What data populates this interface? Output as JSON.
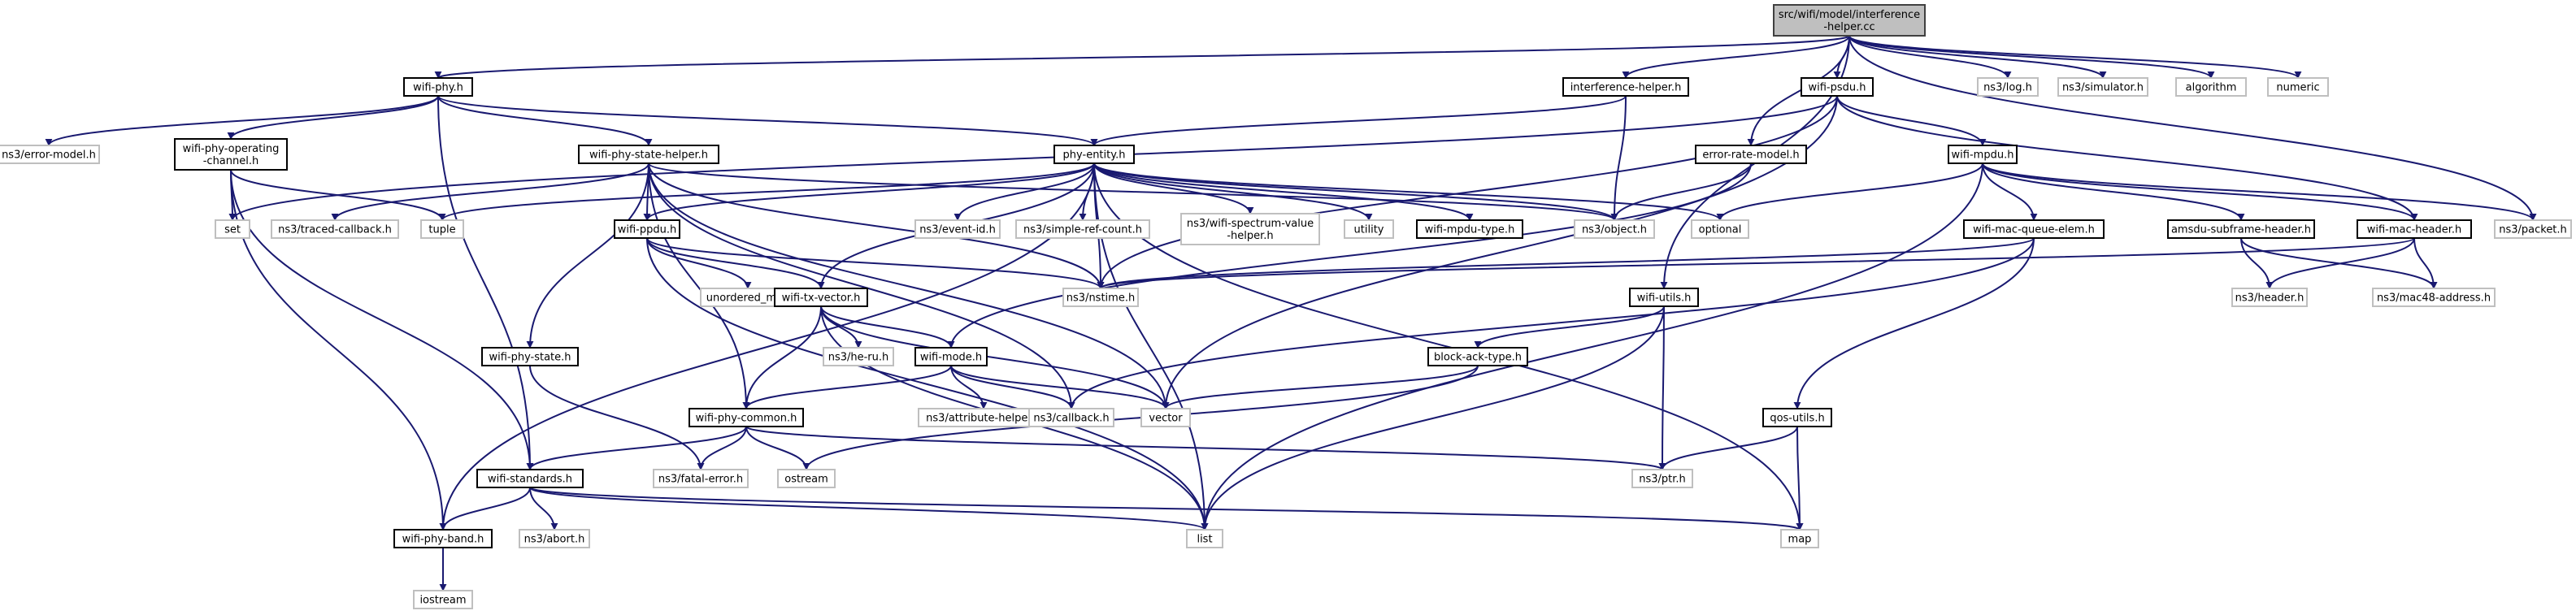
{
  "colors": {
    "root_fill": "#bfbfbf",
    "root_stroke": "#404040",
    "documented_stroke": "#000000",
    "external_stroke": "#bfbfbf",
    "edge": "#191970",
    "background": "#ffffff"
  },
  "nodes": [
    {
      "id": "root",
      "lines": [
        "src/wifi/model/interference",
        "-helper.cc"
      ],
      "kind": "root"
    },
    {
      "id": "wifi-phy",
      "lines": [
        "wifi-phy.h"
      ],
      "kind": "documented"
    },
    {
      "id": "interference-helper",
      "lines": [
        "interference-helper.h"
      ],
      "kind": "documented"
    },
    {
      "id": "error-rate-model",
      "lines": [
        "error-rate-model.h"
      ],
      "kind": "documented"
    },
    {
      "id": "wifi-psdu",
      "lines": [
        "wifi-psdu.h"
      ],
      "kind": "documented"
    },
    {
      "id": "ns3-log",
      "lines": [
        "ns3/log.h"
      ],
      "kind": "external"
    },
    {
      "id": "ns3-simulator",
      "lines": [
        "ns3/simulator.h"
      ],
      "kind": "external"
    },
    {
      "id": "algorithm",
      "lines": [
        "algorithm"
      ],
      "kind": "external"
    },
    {
      "id": "numeric",
      "lines": [
        "numeric"
      ],
      "kind": "external"
    },
    {
      "id": "ns3-error-model",
      "lines": [
        "ns3/error-model.h"
      ],
      "kind": "external"
    },
    {
      "id": "wifi-phy-operating-channel",
      "lines": [
        "wifi-phy-operating",
        "-channel.h"
      ],
      "kind": "documented"
    },
    {
      "id": "wifi-phy-state-helper",
      "lines": [
        "wifi-phy-state-helper.h"
      ],
      "kind": "documented"
    },
    {
      "id": "phy-entity",
      "lines": [
        "phy-entity.h"
      ],
      "kind": "documented"
    },
    {
      "id": "wifi-mpdu",
      "lines": [
        "wifi-mpdu.h"
      ],
      "kind": "documented"
    },
    {
      "id": "set",
      "lines": [
        "set"
      ],
      "kind": "external"
    },
    {
      "id": "ns3-traced-callback",
      "lines": [
        "ns3/traced-callback.h"
      ],
      "kind": "external"
    },
    {
      "id": "tuple",
      "lines": [
        "tuple"
      ],
      "kind": "external"
    },
    {
      "id": "wifi-ppdu",
      "lines": [
        "wifi-ppdu.h"
      ],
      "kind": "documented"
    },
    {
      "id": "ns3-event-id",
      "lines": [
        "ns3/event-id.h"
      ],
      "kind": "external"
    },
    {
      "id": "ns3-simple-ref-count",
      "lines": [
        "ns3/simple-ref-count.h"
      ],
      "kind": "external"
    },
    {
      "id": "ns3-wifi-spectrum-value-helper",
      "lines": [
        "ns3/wifi-spectrum-value",
        "-helper.h"
      ],
      "kind": "external"
    },
    {
      "id": "utility",
      "lines": [
        "utility"
      ],
      "kind": "external"
    },
    {
      "id": "wifi-mpdu-type",
      "lines": [
        "wifi-mpdu-type.h"
      ],
      "kind": "documented"
    },
    {
      "id": "ns3-object",
      "lines": [
        "ns3/object.h"
      ],
      "kind": "external"
    },
    {
      "id": "optional",
      "lines": [
        "optional"
      ],
      "kind": "external"
    },
    {
      "id": "wifi-mac-queue-elem",
      "lines": [
        "wifi-mac-queue-elem.h"
      ],
      "kind": "documented"
    },
    {
      "id": "amsdu-subframe-header",
      "lines": [
        "amsdu-subframe-header.h"
      ],
      "kind": "documented"
    },
    {
      "id": "wifi-mac-header",
      "lines": [
        "wifi-mac-header.h"
      ],
      "kind": "documented"
    },
    {
      "id": "ns3-packet",
      "lines": [
        "ns3/packet.h"
      ],
      "kind": "external"
    },
    {
      "id": "unordered-map",
      "lines": [
        "unordered_map"
      ],
      "kind": "external"
    },
    {
      "id": "wifi-tx-vector",
      "lines": [
        "wifi-tx-vector.h"
      ],
      "kind": "documented"
    },
    {
      "id": "ns3-nstime",
      "lines": [
        "ns3/nstime.h"
      ],
      "kind": "external"
    },
    {
      "id": "wifi-utils",
      "lines": [
        "wifi-utils.h"
      ],
      "kind": "documented"
    },
    {
      "id": "ns3-header",
      "lines": [
        "ns3/header.h"
      ],
      "kind": "external"
    },
    {
      "id": "ns3-mac48-address",
      "lines": [
        "ns3/mac48-address.h"
      ],
      "kind": "external"
    },
    {
      "id": "wifi-phy-state",
      "lines": [
        "wifi-phy-state.h"
      ],
      "kind": "documented"
    },
    {
      "id": "ns3-he-ru",
      "lines": [
        "ns3/he-ru.h"
      ],
      "kind": "external"
    },
    {
      "id": "wifi-mode",
      "lines": [
        "wifi-mode.h"
      ],
      "kind": "documented"
    },
    {
      "id": "block-ack-type",
      "lines": [
        "block-ack-type.h"
      ],
      "kind": "documented"
    },
    {
      "id": "ns3-attribute-helper",
      "lines": [
        "ns3/attribute-helper.h"
      ],
      "kind": "external"
    },
    {
      "id": "ns3-callback",
      "lines": [
        "ns3/callback.h"
      ],
      "kind": "external"
    },
    {
      "id": "vector",
      "lines": [
        "vector"
      ],
      "kind": "external"
    },
    {
      "id": "wifi-phy-common",
      "lines": [
        "wifi-phy-common.h"
      ],
      "kind": "documented"
    },
    {
      "id": "qos-utils",
      "lines": [
        "qos-utils.h"
      ],
      "kind": "documented"
    },
    {
      "id": "wifi-standards",
      "lines": [
        "wifi-standards.h"
      ],
      "kind": "documented"
    },
    {
      "id": "ns3-fatal-error",
      "lines": [
        "ns3/fatal-error.h"
      ],
      "kind": "external"
    },
    {
      "id": "ostream",
      "lines": [
        "ostream"
      ],
      "kind": "external"
    },
    {
      "id": "ns3-ptr",
      "lines": [
        "ns3/ptr.h"
      ],
      "kind": "external"
    },
    {
      "id": "wifi-phy-band",
      "lines": [
        "wifi-phy-band.h"
      ],
      "kind": "documented"
    },
    {
      "id": "ns3-abort",
      "lines": [
        "ns3/abort.h"
      ],
      "kind": "external"
    },
    {
      "id": "list",
      "lines": [
        "list"
      ],
      "kind": "external"
    },
    {
      "id": "map",
      "lines": [
        "map"
      ],
      "kind": "external"
    },
    {
      "id": "iostream",
      "lines": [
        "iostream"
      ],
      "kind": "external"
    }
  ],
  "edges": [
    [
      "root",
      "wifi-phy"
    ],
    [
      "root",
      "interference-helper"
    ],
    [
      "root",
      "error-rate-model"
    ],
    [
      "root",
      "wifi-psdu"
    ],
    [
      "root",
      "ns3-log"
    ],
    [
      "root",
      "ns3-simulator"
    ],
    [
      "root",
      "algorithm"
    ],
    [
      "root",
      "numeric"
    ],
    [
      "root",
      "wifi-utils"
    ],
    [
      "root",
      "ns3-packet"
    ],
    [
      "wifi-phy",
      "ns3-error-model"
    ],
    [
      "wifi-phy",
      "wifi-phy-operating-channel"
    ],
    [
      "wifi-phy",
      "wifi-phy-state-helper"
    ],
    [
      "wifi-phy",
      "phy-entity"
    ],
    [
      "wifi-phy",
      "wifi-standards"
    ],
    [
      "interference-helper",
      "phy-entity"
    ],
    [
      "interference-helper",
      "ns3-object"
    ],
    [
      "error-rate-model",
      "ns3-object"
    ],
    [
      "error-rate-model",
      "wifi-mode"
    ],
    [
      "wifi-psdu",
      "wifi-mpdu"
    ],
    [
      "wifi-psdu",
      "set"
    ],
    [
      "wifi-psdu",
      "ns3-nstime"
    ],
    [
      "wifi-psdu",
      "vector"
    ],
    [
      "wifi-psdu",
      "wifi-mac-header"
    ],
    [
      "wifi-phy-operating-channel",
      "set"
    ],
    [
      "wifi-phy-operating-channel",
      "tuple"
    ],
    [
      "wifi-phy-operating-channel",
      "wifi-standards"
    ],
    [
      "wifi-phy-operating-channel",
      "wifi-phy-band"
    ],
    [
      "wifi-phy-state-helper",
      "ns3-traced-callback"
    ],
    [
      "wifi-phy-state-helper",
      "wifi-ppdu"
    ],
    [
      "wifi-phy-state-helper",
      "wifi-phy-state"
    ],
    [
      "wifi-phy-state-helper",
      "ns3-object"
    ],
    [
      "wifi-phy-state-helper",
      "ns3-nstime"
    ],
    [
      "wifi-phy-state-helper",
      "vector"
    ],
    [
      "wifi-phy-state-helper",
      "wifi-phy-common"
    ],
    [
      "wifi-phy-state-helper",
      "ns3-callback"
    ],
    [
      "phy-entity",
      "tuple"
    ],
    [
      "phy-entity",
      "wifi-ppdu"
    ],
    [
      "phy-entity",
      "ns3-event-id"
    ],
    [
      "phy-entity",
      "ns3-simple-ref-count"
    ],
    [
      "phy-entity",
      "ns3-wifi-spectrum-value-helper"
    ],
    [
      "phy-entity",
      "utility"
    ],
    [
      "phy-entity",
      "wifi-mpdu-type"
    ],
    [
      "phy-entity",
      "ns3-object"
    ],
    [
      "phy-entity",
      "optional"
    ],
    [
      "phy-entity",
      "ns3-nstime"
    ],
    [
      "phy-entity",
      "wifi-tx-vector"
    ],
    [
      "phy-entity",
      "wifi-phy-band"
    ],
    [
      "phy-entity",
      "list"
    ],
    [
      "phy-entity",
      "map"
    ],
    [
      "wifi-mpdu",
      "optional"
    ],
    [
      "wifi-mpdu",
      "wifi-mac-queue-elem"
    ],
    [
      "wifi-mpdu",
      "amsdu-subframe-header"
    ],
    [
      "wifi-mpdu",
      "wifi-mac-header"
    ],
    [
      "wifi-mpdu",
      "ns3-packet"
    ],
    [
      "wifi-mpdu",
      "list"
    ],
    [
      "wifi-ppdu",
      "unordered-map"
    ],
    [
      "wifi-ppdu",
      "wifi-tx-vector"
    ],
    [
      "wifi-ppdu",
      "ns3-nstime"
    ],
    [
      "wifi-ppdu",
      "list"
    ],
    [
      "wifi-mac-queue-elem",
      "ns3-nstime"
    ],
    [
      "wifi-mac-queue-elem",
      "qos-utils"
    ],
    [
      "wifi-mac-queue-elem",
      "ns3-callback"
    ],
    [
      "amsdu-subframe-header",
      "ns3-header"
    ],
    [
      "amsdu-subframe-header",
      "ns3-mac48-address"
    ],
    [
      "wifi-mac-header",
      "ns3-header"
    ],
    [
      "wifi-mac-header",
      "ns3-mac48-address"
    ],
    [
      "wifi-mac-header",
      "ns3-nstime"
    ],
    [
      "wifi-tx-vector",
      "ns3-he-ru"
    ],
    [
      "wifi-tx-vector",
      "wifi-mode"
    ],
    [
      "wifi-tx-vector",
      "wifi-phy-common"
    ],
    [
      "wifi-tx-vector",
      "vector"
    ],
    [
      "wifi-tx-vector",
      "list"
    ],
    [
      "wifi-utils",
      "block-ack-type"
    ],
    [
      "wifi-utils",
      "ns3-ptr"
    ],
    [
      "wifi-utils",
      "list"
    ],
    [
      "wifi-phy-state",
      "ns3-fatal-error"
    ],
    [
      "wifi-mode",
      "ns3-attribute-helper"
    ],
    [
      "wifi-mode",
      "ns3-callback"
    ],
    [
      "wifi-mode",
      "vector"
    ],
    [
      "wifi-mode",
      "wifi-phy-common"
    ],
    [
      "block-ack-type",
      "vector"
    ],
    [
      "block-ack-type",
      "ostream"
    ],
    [
      "wifi-phy-common",
      "wifi-standards"
    ],
    [
      "wifi-phy-common",
      "ns3-fatal-error"
    ],
    [
      "wifi-phy-common",
      "ostream"
    ],
    [
      "wifi-phy-common",
      "ns3-ptr"
    ],
    [
      "qos-utils",
      "ns3-ptr"
    ],
    [
      "qos-utils",
      "map"
    ],
    [
      "wifi-standards",
      "wifi-phy-band"
    ],
    [
      "wifi-standards",
      "ns3-abort"
    ],
    [
      "wifi-standards",
      "list"
    ],
    [
      "wifi-standards",
      "map"
    ],
    [
      "wifi-phy-band",
      "iostream"
    ]
  ]
}
